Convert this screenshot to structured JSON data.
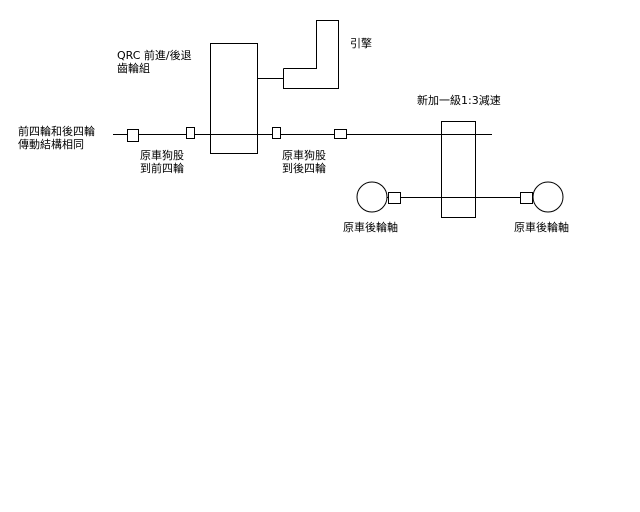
{
  "diagram": {
    "labels": {
      "qrc": [
        "QRC 前進/後退",
        "齒輪組"
      ],
      "engine": "引擎",
      "reduction": "新加一級1:3減速",
      "same_structure": [
        "前四輪和後四輪",
        "傳動結構相同"
      ],
      "to_front": [
        "原車狗股",
        "到前四輪"
      ],
      "to_rear": [
        "原車狗股",
        "到後四輪"
      ],
      "rear_axle_left": "原車後輪軸",
      "rear_axle_right": "原車後輪軸"
    },
    "colors": {
      "stroke": "#000000",
      "background": "#ffffff"
    }
  }
}
